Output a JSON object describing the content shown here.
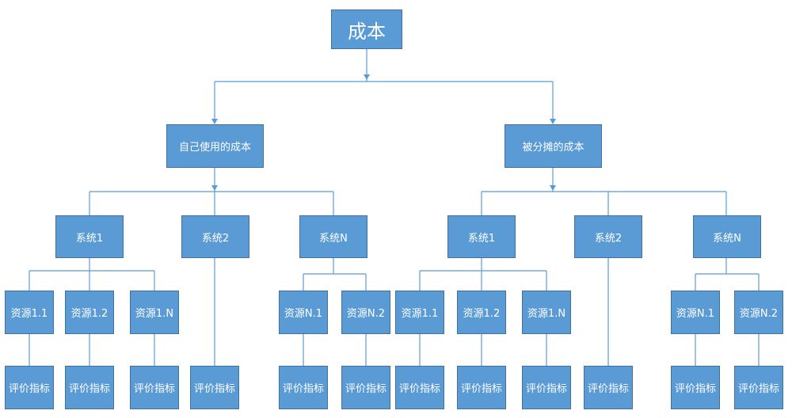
{
  "root": {
    "label": "成本"
  },
  "branches": [
    {
      "label": "自己使用的成本",
      "systems": [
        {
          "label": "系统1",
          "resources": [
            {
              "label": "资源1.1",
              "metric": "评价指标"
            },
            {
              "label": "资源1.2",
              "metric": "评价指标"
            },
            {
              "label": "资源1.N",
              "metric": "评价指标"
            }
          ]
        },
        {
          "label": "系统2",
          "metric": "评价指标"
        },
        {
          "label": "系统N",
          "resources": [
            {
              "label": "资源N.1",
              "metric": "评价指标"
            },
            {
              "label": "资源N.2",
              "metric": "评价指标"
            }
          ]
        }
      ]
    },
    {
      "label": "被分摊的成本",
      "systems": [
        {
          "label": "系统1",
          "resources": [
            {
              "label": "资源1.1",
              "metric": "评价指标"
            },
            {
              "label": "资源1.2",
              "metric": "评价指标"
            },
            {
              "label": "资源1.N",
              "metric": "评价指标"
            }
          ]
        },
        {
          "label": "系统2",
          "metric": "评价指标"
        },
        {
          "label": "系统N",
          "resources": [
            {
              "label": "资源N.1",
              "metric": "评价指标"
            },
            {
              "label": "资源N.2",
              "metric": "评价指标"
            }
          ]
        }
      ]
    }
  ],
  "colors": {
    "box_fill": "#5B9BD5",
    "box_border": "#41719C",
    "connector": "#5B9BD5",
    "text": "#ffffff"
  }
}
